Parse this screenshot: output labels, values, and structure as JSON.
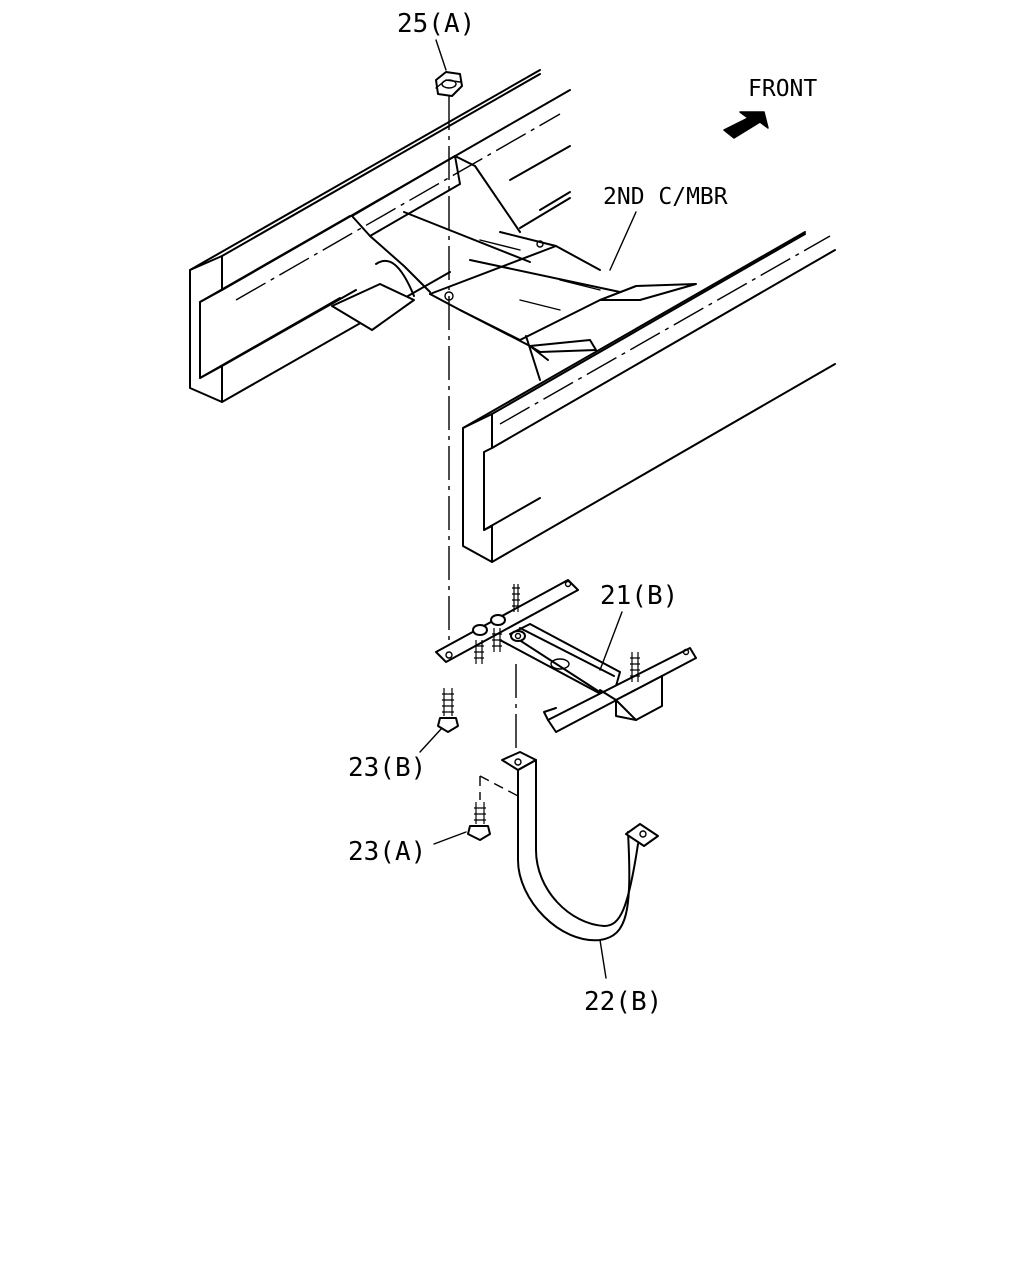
{
  "diagram": {
    "labels": {
      "nut_25a": "25(A)",
      "front": "FRONT",
      "crossmember": "2ND C/MBR",
      "bracket_21b": "21(B)",
      "bolt_23b": "23(B)",
      "bolt_23a": "23(A)",
      "band_22b": "22(B)"
    }
  }
}
